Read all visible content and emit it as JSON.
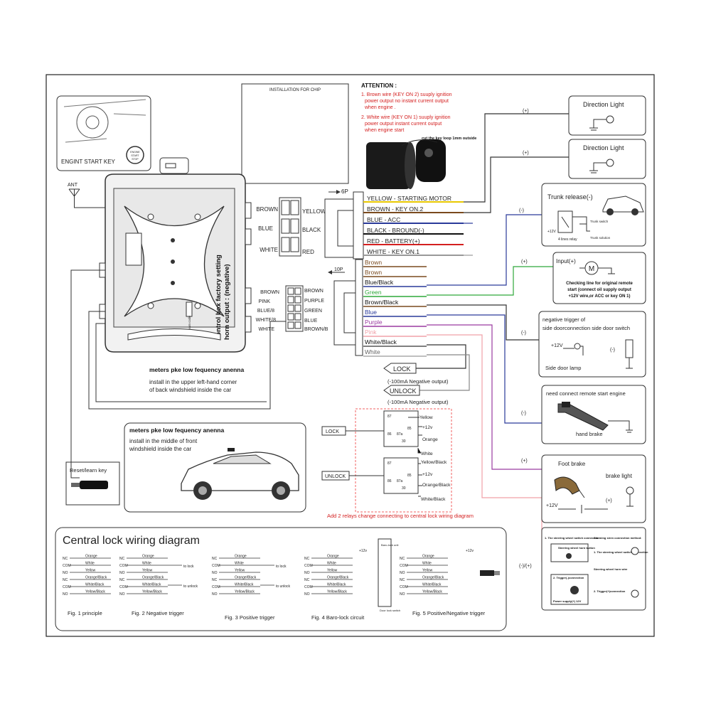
{
  "top_left": {
    "engine_key_label": "ENGINT START KEY",
    "ant_label": "ANT",
    "button_text": [
      "ENGINE",
      "START",
      "STOP"
    ]
  },
  "chip_box": {
    "title": "INSTALLATION FOR CHIP"
  },
  "attention": {
    "title": "ATTENTION :",
    "lines": [
      "1. Brown wire (KEY ON 2) suuply ignition",
      "power output no instant current output",
      "when engine .",
      "2. White wire (KEY ON 1) suuply ignition",
      "power output instant current output",
      "when engine start"
    ],
    "key_note": "cut the key loop 1mm outside"
  },
  "control_box": {
    "text_line1": "control box factory setting",
    "text_line2": "horn output : (negative)",
    "small_label": "learn code"
  },
  "left_connector": {
    "left_labels": [
      "BROWN",
      "BLUE",
      "WHITE"
    ],
    "right_labels": [
      "YELLOW",
      "BLACK",
      "RED"
    ]
  },
  "connector_6p": {
    "label": "6P",
    "wires": [
      {
        "label": "YELLOW - STARTING MOTOR",
        "color": "#e8c800"
      },
      {
        "label": "BROWN - KEY ON.2",
        "color": "#7a4a1e"
      },
      {
        "label": "BLUE - ACC",
        "color": "#2a3a9a"
      },
      {
        "label": "BLACK - BROUND(-)",
        "color": "#111111"
      },
      {
        "label": "RED - BATTERY(+)",
        "color": "#d42020"
      },
      {
        "label": "WHITE - KEY ON.1",
        "color": "#999999"
      }
    ]
  },
  "connector_10p": {
    "label": "10P",
    "left_labels": [
      "BROWN",
      "PINK",
      "BLUE/8",
      "WHITE/8",
      "WHITE"
    ],
    "right_labels": [
      "BROWN",
      "PURPLE",
      "GREEN",
      "BLUE",
      "BROWN/B"
    ],
    "wires": [
      {
        "label": "Brown",
        "color": "#7a4a1e",
        "text_color": "#7a4a1e"
      },
      {
        "label": "Brown",
        "color": "#7a4a1e",
        "text_color": "#7a4a1e"
      },
      {
        "label": "Blue/Black",
        "color": "#2a3a9a",
        "text_color": "#111111"
      },
      {
        "label": "Green",
        "color": "#2fa83a",
        "text_color": "#2fa83a"
      },
      {
        "label": "Brown/Black",
        "color": "#7a4a1e",
        "text_color": "#111111"
      },
      {
        "label": "Blue",
        "color": "#2a3a9a",
        "text_color": "#2a3a9a"
      },
      {
        "label": "Purple",
        "color": "#9a3aa0",
        "text_color": "#9a3aa0"
      },
      {
        "label": "Pink",
        "color": "#f0a0a8",
        "text_color": "#f0a0a8"
      },
      {
        "label": "White/Black",
        "color": "#555555",
        "text_color": "#111111"
      },
      {
        "label": "White",
        "color": "#aaaaaa",
        "text_color": "#666666"
      }
    ]
  },
  "lock_outputs": {
    "lock": "LOCK",
    "lock_note": "(-100mA Negative output)",
    "unlock": "UNLOCK",
    "unlock_note": "(-100mA Negative output)"
  },
  "antenna_notes": {
    "rear_title": "meters pke low fequency anenna",
    "rear_text": [
      "install in the upper left-hand corner",
      "of back windshield inside the car"
    ],
    "front_title": "meters pke low fequency anenna",
    "front_text": [
      "install in the middle of front",
      "windshield inside the car"
    ]
  },
  "reset_key": {
    "label": "Reset/learn key"
  },
  "relay_section": {
    "lock_tag": "LOCK",
    "unlock_tag": "UNLOCK",
    "top_relay_wires": [
      "Yellow",
      "+12v",
      "Orange",
      "White"
    ],
    "bottom_relay_wires": [
      "Yellow/Black",
      "+12v",
      "Orange/Black",
      "White/Black"
    ],
    "relay_pins": [
      "87",
      "85",
      "87a",
      "86",
      "30"
    ],
    "note": "Add 2 relays change connecting to central lock wiring diagram"
  },
  "right_panels": {
    "direction_light_1": {
      "title": "Direction Light",
      "polarity": "(+)"
    },
    "direction_light_2": {
      "title": "Direction Light",
      "polarity": "(+)"
    },
    "trunk": {
      "title": "Trunk release(-)",
      "polarity": "(-)",
      "sub": [
        "+12V",
        "4 lines relay",
        "Trunk switch",
        "Trunk solution"
      ]
    },
    "input": {
      "title": "Input(+)",
      "polarity": "(+)",
      "text": [
        "Checking line for original remote",
        "start (connect oil supply output",
        "+12V wire,or ACC or key ON 1)"
      ]
    },
    "side_door": {
      "title": [
        "negative trigger of",
        "side doorconnection  side door switch"
      ],
      "polarity": "(-)",
      "v12": "+12V",
      "minus": "(-)",
      "lamp": "Side door lamp"
    },
    "hand_brake": {
      "title": "need connect remote start engine",
      "polarity": "(-)",
      "label": "hand brake"
    },
    "foot_brake": {
      "title": "Foot brake",
      "polarity": "(+)",
      "brake_light": "brake light",
      "v12": "+12V",
      "plus": "(+)"
    },
    "horn": {
      "polarity": "(-)/(+)",
      "text_a": "1. The steering wheel switch connection",
      "text_b": "Steering wheel horn button",
      "text_c": "Alarming siren connection method:",
      "text_d": "1. The steering wheel switch connection",
      "text_e": "Steering wheel horn wire",
      "text_f": "2. Trigger(-)connection",
      "text_g": "2. Trigger(+)connection",
      "text_h": "Power supply(+) 12V"
    }
  },
  "central_lock": {
    "title": "Central lock wiring diagram",
    "pins": [
      "NC",
      "COM",
      "NO",
      "NC",
      "COM",
      "NO"
    ],
    "wires": [
      "Orange",
      "White",
      "Yellow",
      "Orange/Black",
      "White/Black",
      "Yellow/Black"
    ],
    "to_lock": "to lock",
    "to_unlock": "to unlock",
    "baro_lock_unit": "Baro-lock unit",
    "door_lock_switch": "Door lock switch",
    "plus12": "+12v",
    "captions": [
      "Fig. 1  principle",
      "Fig. 2  Negative trigger",
      "Fig. 3  Positive trigger",
      "Fig. 4  Baro-lock circuit",
      "Fig. 5  Positive/Negative trigger"
    ]
  }
}
